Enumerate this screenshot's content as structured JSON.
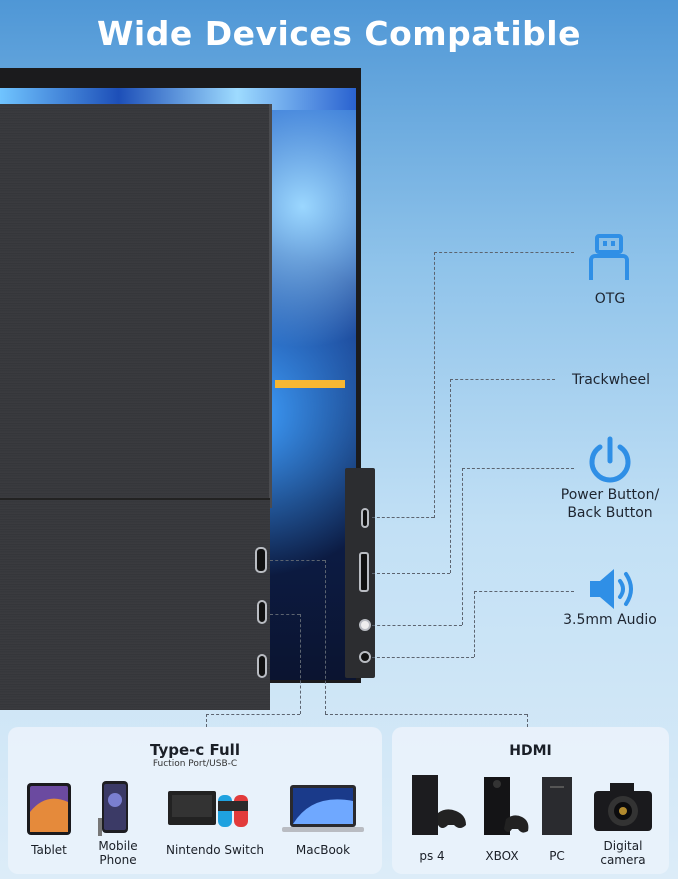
{
  "title": "Wide Devices Compatible",
  "annotations": {
    "otg": "OTG",
    "trackwheel": "Trackwheel",
    "power_line1": "Power Button/",
    "power_line2": "Back Button",
    "audio": "3.5mm Audio"
  },
  "icons": {
    "otg": "usb-icon",
    "power": "power-icon",
    "audio": "speaker-icon"
  },
  "typec_box": {
    "title": "Type-c Full",
    "subtitle": "Fuction Port/USB-C",
    "devices": [
      {
        "label": "Tablet",
        "icon": "tablet-icon"
      },
      {
        "label_line1": "Mobile",
        "label_line2": "Phone",
        "icon": "phone-icon"
      },
      {
        "label": "Nintendo  Switch",
        "icon": "nintendo-switch-icon"
      },
      {
        "label": "MacBook",
        "icon": "macbook-icon"
      }
    ]
  },
  "hdmi_box": {
    "title": "HDMI",
    "devices": [
      {
        "label": "ps 4",
        "icon": "ps4-icon"
      },
      {
        "label": "XBOX",
        "icon": "xbox-icon"
      },
      {
        "label": "PC",
        "icon": "pc-icon"
      },
      {
        "label_line1": "Digital",
        "label_line2": "camera",
        "icon": "camera-icon"
      }
    ]
  },
  "colors": {
    "accent_blue": "#2f8fe6",
    "text_dark": "#1e2530",
    "title_white": "#ffffff"
  }
}
